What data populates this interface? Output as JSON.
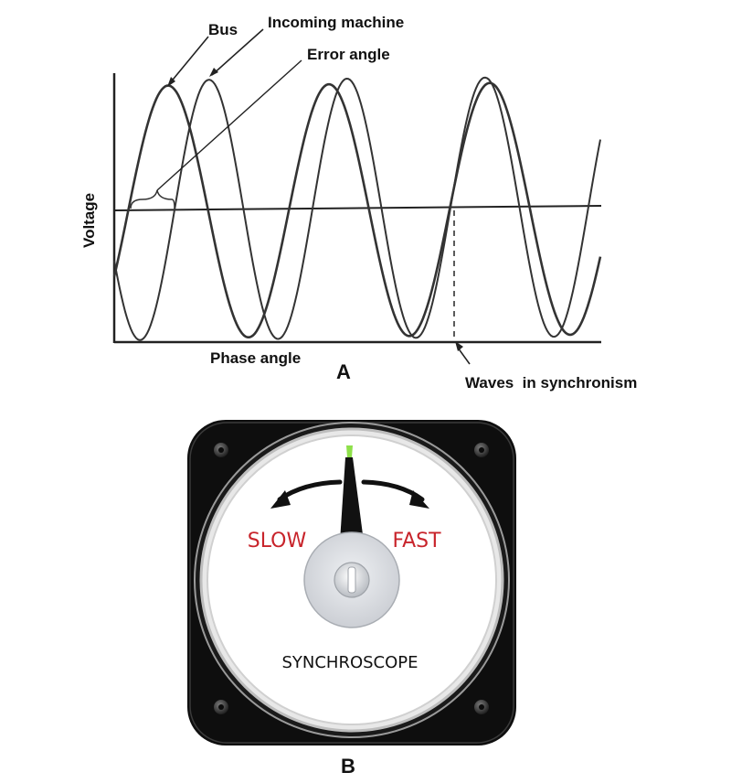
{
  "panel_a": {
    "label": "A",
    "y_axis_label": "Voltage",
    "x_axis_label": "Phase angle",
    "bus_label": "Bus",
    "incoming_label": "Incoming machine",
    "error_angle_label": "Error angle",
    "sync_label": "Waves  in synchronism"
  },
  "panel_b": {
    "label": "B",
    "slow_label": "SLOW",
    "fast_label": "FAST",
    "dial_label": "SYNCHROSCOPE"
  },
  "colors": {
    "slow_fast": "#c8242b",
    "needle_tip": "#8ee04a",
    "bezel": "#111111",
    "dial_face": "#ffffff",
    "wave": "#333333"
  }
}
